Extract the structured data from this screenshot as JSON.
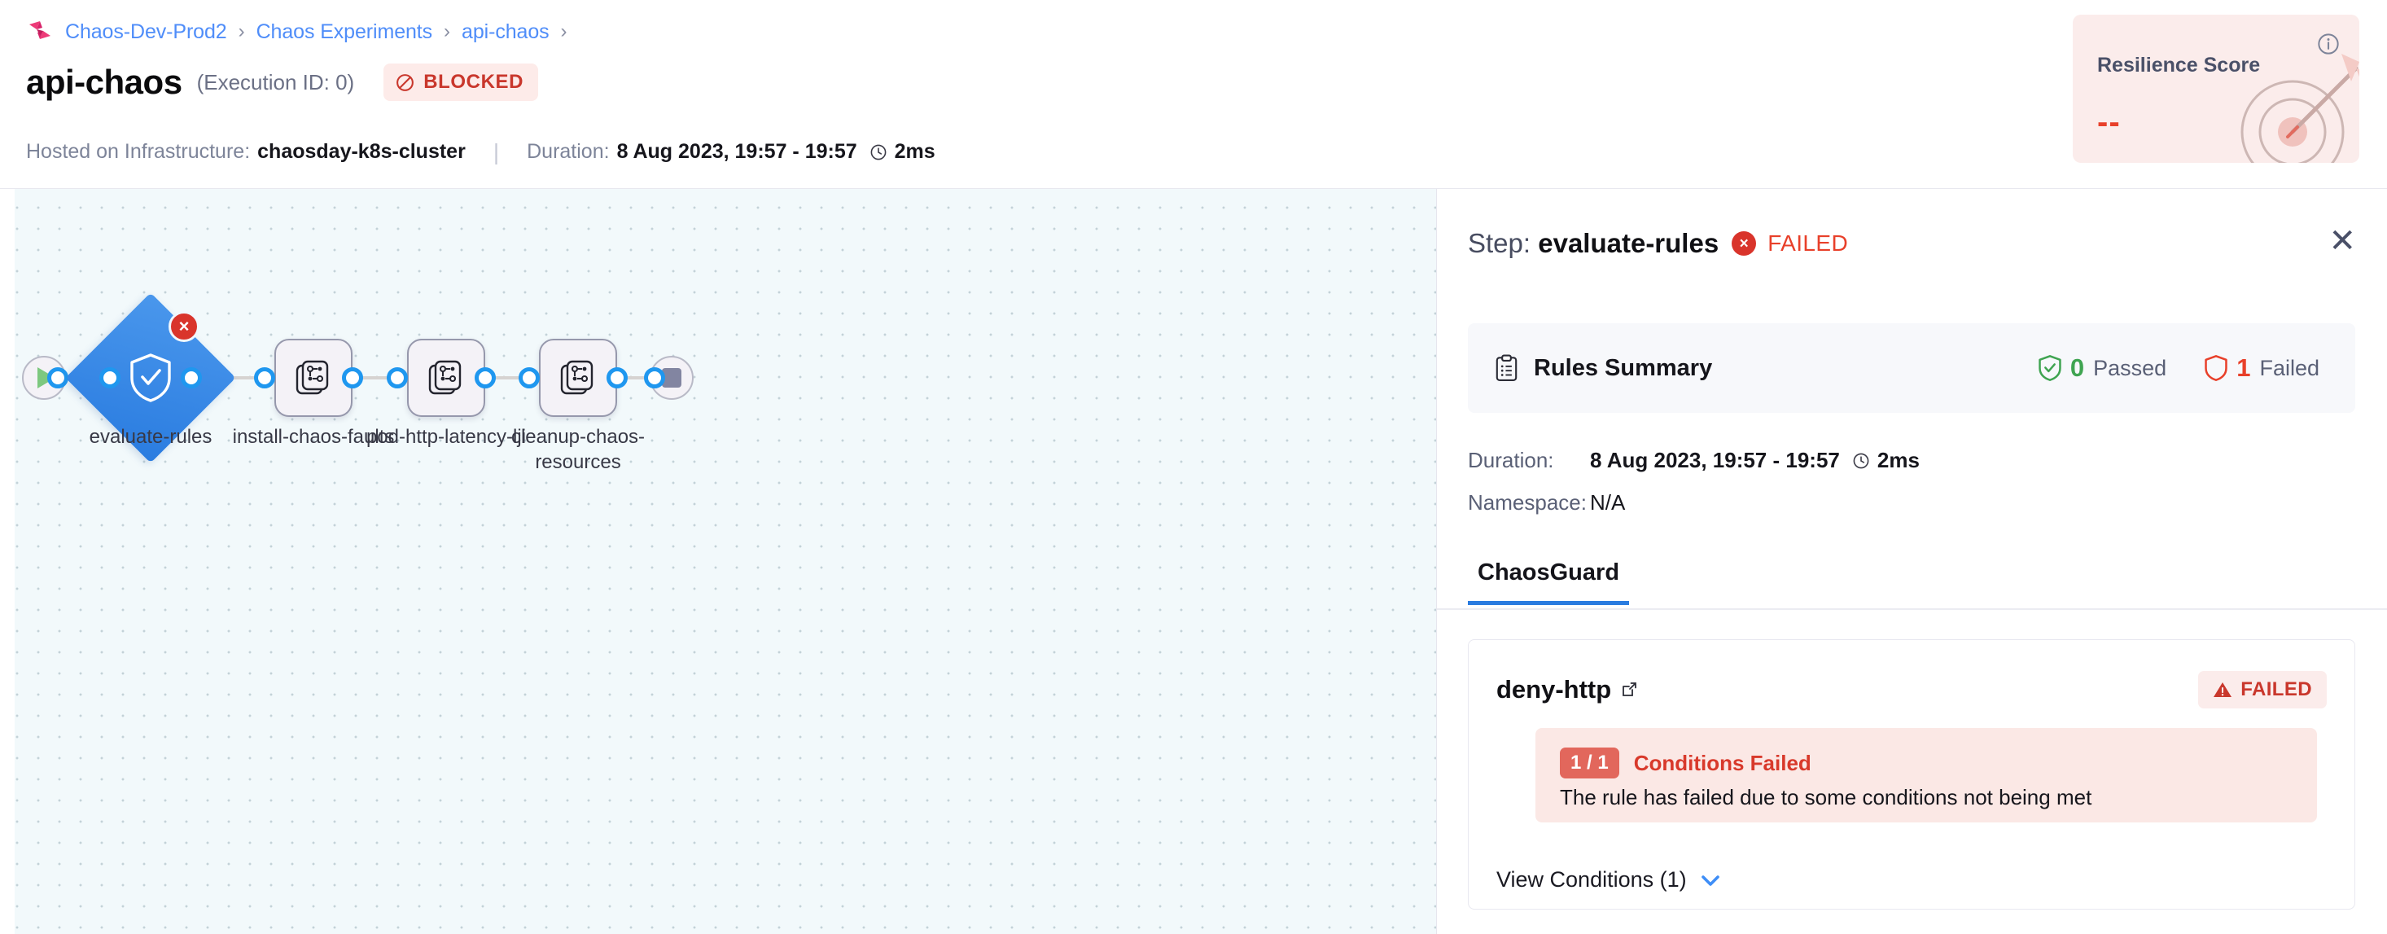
{
  "breadcrumb": {
    "logo_icon": "harness-logo-icon",
    "items": [
      {
        "label": "Chaos-Dev-Prod2"
      },
      {
        "label": "Chaos Experiments"
      },
      {
        "label": "api-chaos"
      }
    ],
    "separator": "›"
  },
  "header": {
    "title": "api-chaos",
    "execution_id_text": "(Execution ID: 0)",
    "status_badge": {
      "label": "BLOCKED",
      "icon": "blocked-circle-icon",
      "color": "#c9372c",
      "bg": "#fdebe9"
    },
    "infra_label": "Hosted on Infrastructure:",
    "infra_value": "chaosday-k8s-cluster",
    "divider": "|",
    "duration_label": "Duration:",
    "duration_value": "8 Aug 2023, 19:57 - 19:57",
    "duration_clock_icon": "clock-icon",
    "duration_elapsed": "2ms"
  },
  "resilience": {
    "title": "Resilience Score",
    "value": "--",
    "info_icon": "info-icon",
    "art_icon": "target-dart-icon",
    "bg": "#fbeceb",
    "value_color": "#e8402a"
  },
  "canvas": {
    "start_icon": "play-icon",
    "end_icon": "stop-icon",
    "nodes": [
      {
        "id": "evaluate-rules",
        "label": "evaluate-rules",
        "type": "diamond",
        "icon": "shield-check-icon",
        "status": "failed",
        "status_icon": "error-x-icon"
      },
      {
        "id": "install-chaos-faults",
        "label": "install-chaos-faults",
        "type": "step",
        "icon": "chaos-faults-icon",
        "status": "not-run"
      },
      {
        "id": "pod-http-latency-lji",
        "label": "pod-http-latency-lji",
        "type": "step",
        "icon": "chaos-faults-icon",
        "status": "not-run"
      },
      {
        "id": "cleanup-chaos-resources",
        "label": "cleanup-chaos-resources",
        "type": "step",
        "icon": "chaos-faults-icon",
        "status": "not-run"
      }
    ]
  },
  "panel": {
    "step_prefix": "Step:",
    "step_name": "evaluate-rules",
    "step_status": "FAILED",
    "step_status_icon": "error-circle-icon",
    "close_icon": "close-icon",
    "rules_summary": {
      "icon": "clipboard-icon",
      "label": "Rules Summary",
      "passed_count": "0",
      "passed_label": "Passed",
      "passed_icon": "shield-check-icon",
      "failed_count": "1",
      "failed_label": "Failed",
      "failed_icon": "shield-outline-icon"
    },
    "details": {
      "duration_key": "Duration:",
      "duration_value": "8 Aug 2023, 19:57 - 19:57",
      "duration_clock_icon": "clock-icon",
      "duration_elapsed": "2ms",
      "namespace_key": "Namespace:",
      "namespace_value": "N/A"
    },
    "tabs": [
      {
        "label": "ChaosGuard",
        "active": true
      }
    ],
    "rule": {
      "name": "deny-http",
      "external_link_icon": "external-link-icon",
      "status_label": "FAILED",
      "status_icon": "warning-triangle-icon",
      "condition_badge": "1 / 1",
      "condition_title": "Conditions Failed",
      "condition_desc": "The rule has failed due to some conditions not being met",
      "view_conditions_label": "View Conditions (1)",
      "view_conditions_icon": "chevron-down-icon"
    }
  }
}
